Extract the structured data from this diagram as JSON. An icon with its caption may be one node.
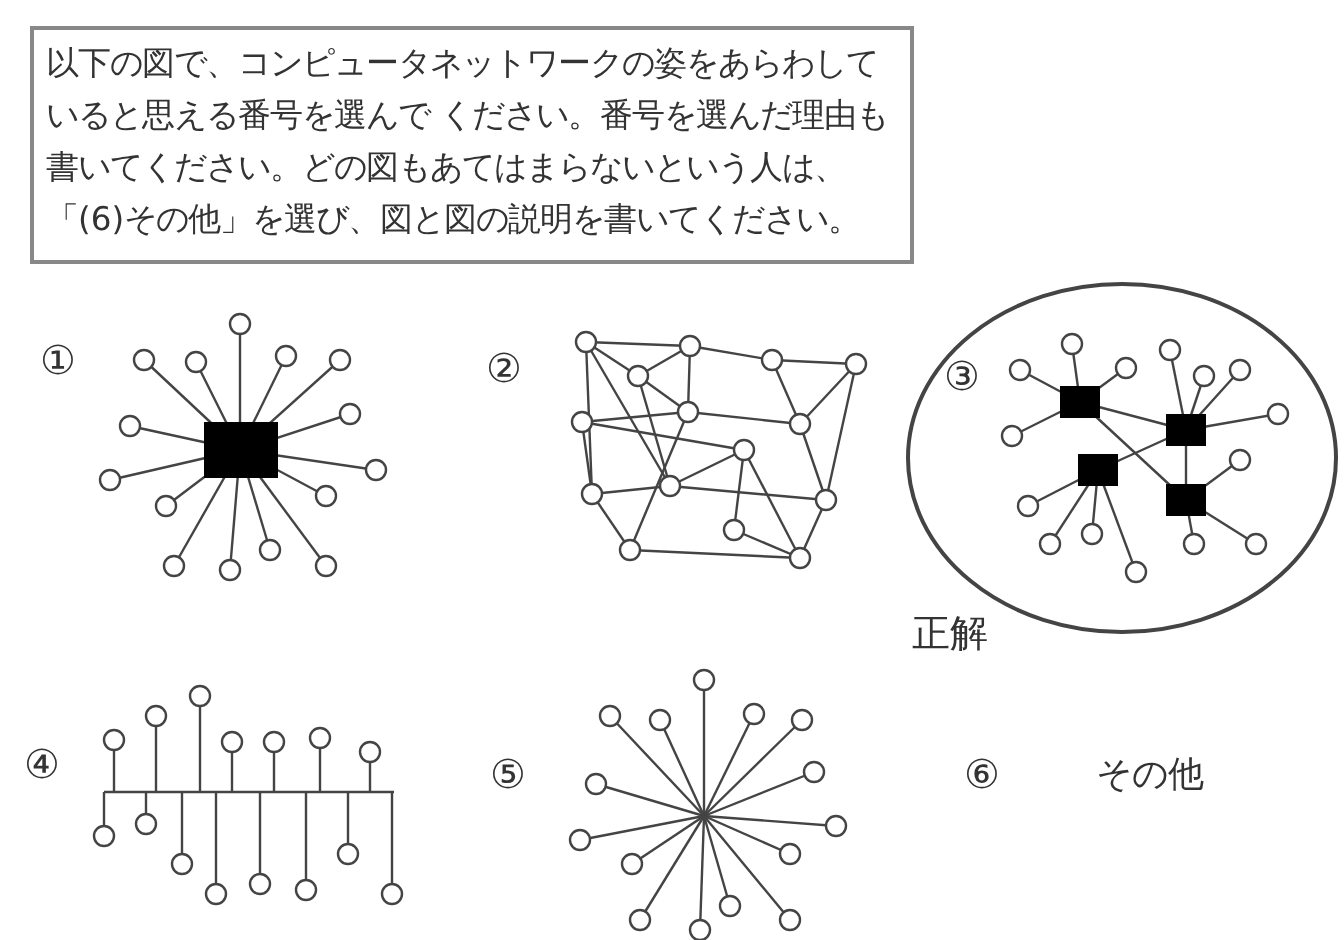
{
  "diagram": {
    "nodes": [
      {
        "text": [
          "以下の図で、コンピュータネットワークの姿をあらわしていると思える番号を選んで ください。番号を選んだ理由も書いてください。どの図もあてはまらないという人は、「(6)その他」を選び、図と図の説明を書いてください。"
        ]
      },
      {
        "text": [
          "③"
        ],
        "beside": [
          "正解"
        ]
      }
    ],
    "edges": [],
    "labels": [
      "①",
      "②",
      "④",
      "⑤",
      "⑥",
      "その他"
    ]
  }
}
